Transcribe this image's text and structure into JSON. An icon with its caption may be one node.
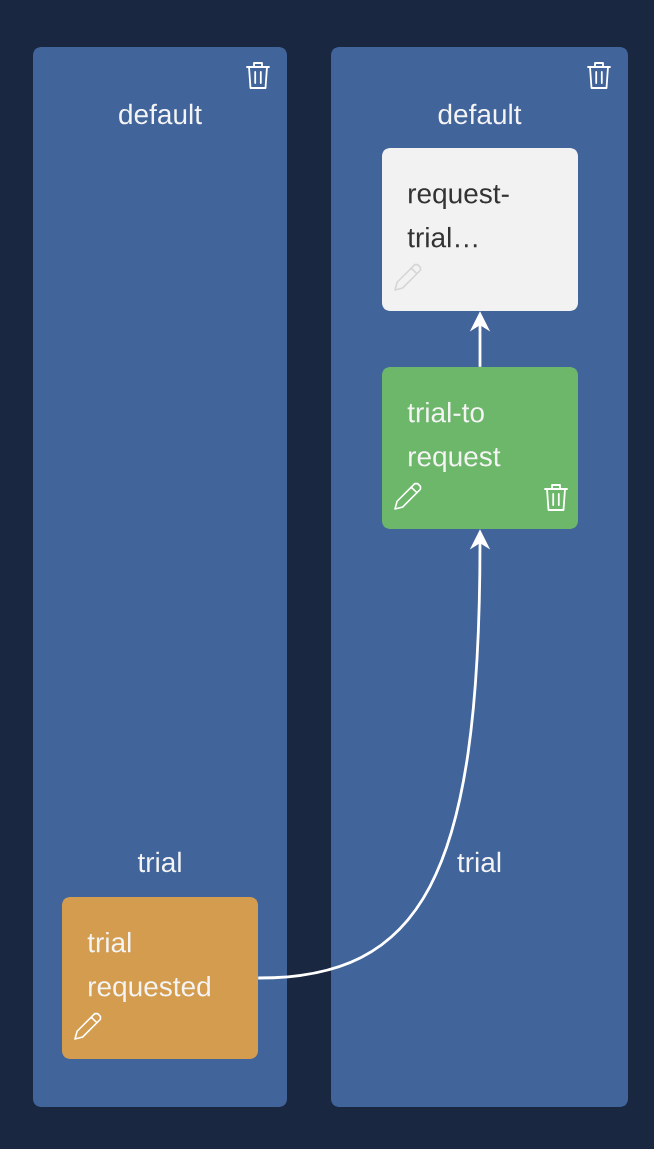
{
  "diagram": {
    "nodes": [
      {
        "text": [
          "default",
          "trial"
        ]
      },
      {
        "text": [
          "trial requested"
        ],
        "in": 0
      },
      {
        "text": [
          "default",
          "trial"
        ]
      },
      {
        "text": [
          "request- trial…"
        ],
        "in": 2
      },
      {
        "text": [
          "trial-to request"
        ],
        "in": 2
      }
    ],
    "edges": [
      {
        "from": 4,
        "to": 3,
        "arrow": "to"
      },
      {
        "from": 1,
        "to": 4,
        "arrow": "to"
      }
    ]
  }
}
